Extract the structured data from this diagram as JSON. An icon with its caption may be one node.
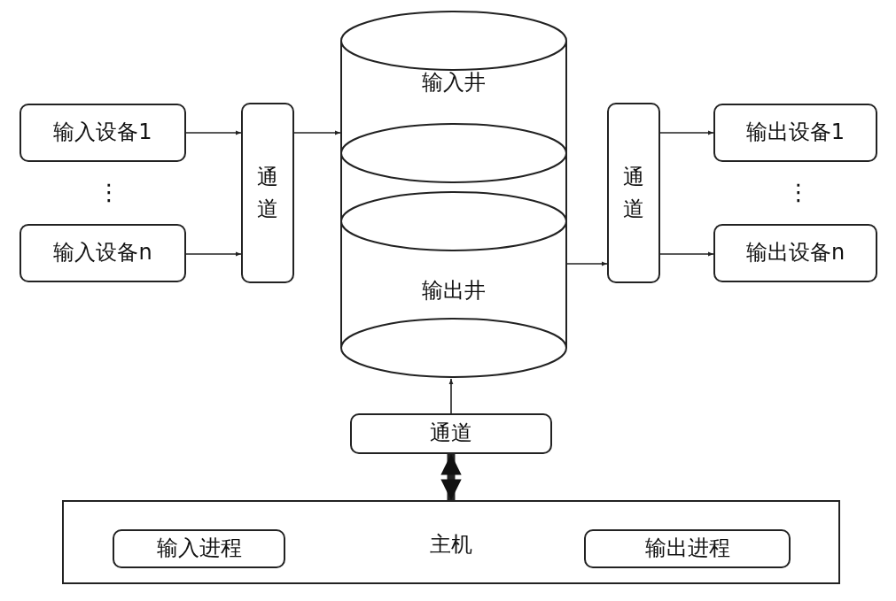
{
  "diagram": {
    "nodes": [
      {
        "text": [
          "输入设备1"
        ]
      },
      {
        "text": [
          "输入设备n"
        ]
      },
      {
        "text": [
          "通道"
        ]
      },
      {
        "text": [
          "输入井",
          "输出井"
        ]
      },
      {
        "text": [
          "通道"
        ]
      },
      {
        "text": [
          "输出设备1"
        ]
      },
      {
        "text": [
          "输出设备n"
        ]
      },
      {
        "text": [
          "通道"
        ]
      },
      {
        "text": [
          "主机"
        ]
      },
      {
        "text": [
          "输入进程"
        ],
        "in": 8
      },
      {
        "text": [
          "输出进程"
        ],
        "in": 8
      }
    ],
    "edges": [
      {
        "from": 0,
        "to": 2,
        "arrow": "to"
      },
      {
        "from": 1,
        "to": 2,
        "arrow": "to"
      },
      {
        "from": 2,
        "to": 3,
        "arrow": "to"
      },
      {
        "from": 3,
        "to": 4,
        "arrow": "to"
      },
      {
        "from": 4,
        "to": 5,
        "arrow": "to"
      },
      {
        "from": 4,
        "to": 6,
        "arrow": "to"
      },
      {
        "from": 7,
        "to": 3,
        "arrow": "to"
      },
      {
        "from": 8,
        "to": 7,
        "arrow": "both",
        "style": "thick"
      }
    ],
    "labels": [
      "⋮",
      "⋮"
    ]
  }
}
